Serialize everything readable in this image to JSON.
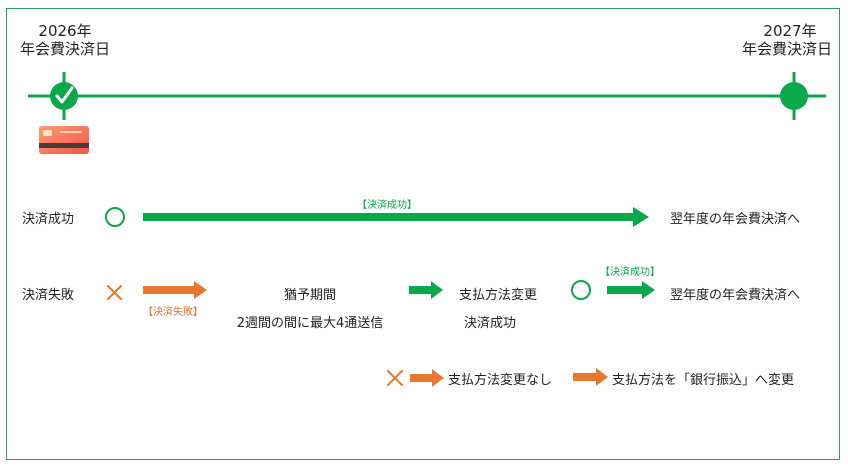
{
  "timeline": {
    "start_year": "2026年",
    "start_label": "年会費決済日",
    "end_year": "2027年",
    "end_label": "年会費決済日"
  },
  "colors": {
    "green": "#0aa84a",
    "orange": "#e8782c",
    "border": "#2f9e5a"
  },
  "success_row": {
    "label": "決済成功",
    "arrow_tag": "【決済成功】",
    "result": "翌年度の年会費決済へ"
  },
  "failure_row": {
    "label": "決済失敗",
    "fail_tag": "【決済失敗】",
    "grace_title": "猶予期間",
    "grace_detail": "2週間の間に最大4通送信",
    "method_change": "支払方法変更",
    "payment_success": "決済成功",
    "success_tag": "【決済成功】",
    "result": "翌年度の年会費決済へ"
  },
  "bottom_row": {
    "no_change": "支払方法変更なし",
    "change_to_bank": "支払方法を「銀行振込」へ変更"
  }
}
